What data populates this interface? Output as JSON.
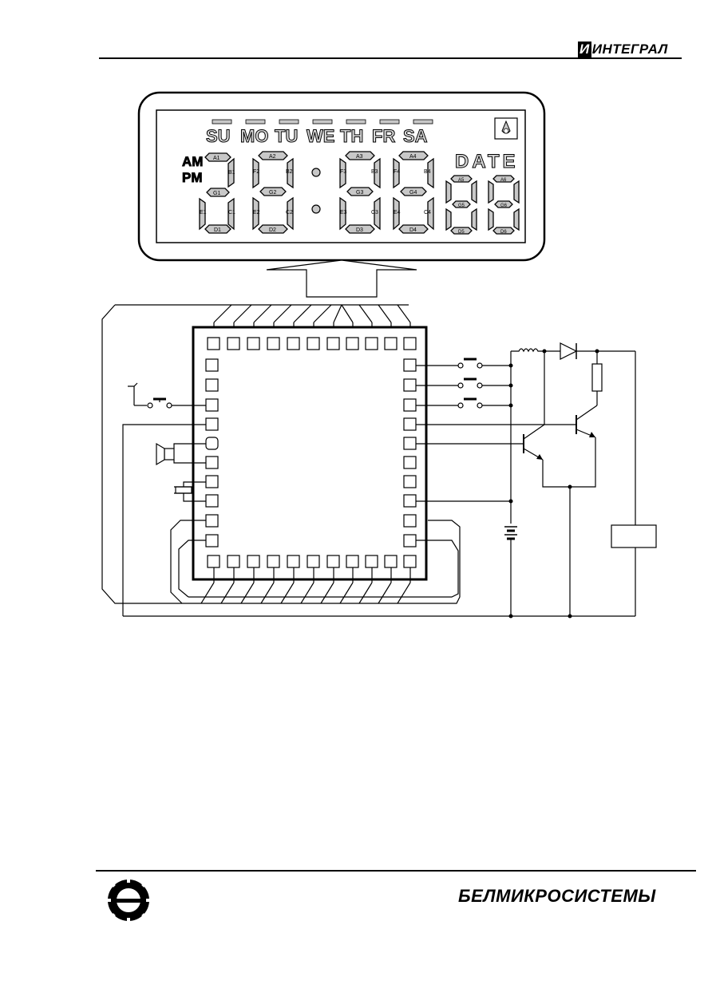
{
  "header": {
    "brand_mark": "И",
    "brand_text": "ИНТЕГРАЛ"
  },
  "display": {
    "days": [
      "SU",
      "MO",
      "TU",
      "WE",
      "TH",
      "FR",
      "SA"
    ],
    "am": "AM",
    "pm": "PM",
    "date_label": "DATE",
    "digit1_segments": {
      "a": "A1",
      "b": "B1",
      "g": "G1",
      "e": "E1",
      "c": "C1",
      "d": "D1"
    },
    "digit2_segments": {
      "a": "A2",
      "f": "F2",
      "b": "B2",
      "g": "G2",
      "e": "E2",
      "c": "C2",
      "d": "D2"
    },
    "digit3_segments": {
      "a": "A3",
      "f": "F3",
      "b": "B3",
      "g": "G3",
      "e": "E3",
      "c": "C3",
      "d": "D3"
    },
    "digit4_segments": {
      "a": "A4",
      "f": "F4",
      "b": "B4",
      "g": "G4",
      "e": "E4",
      "c": "C4",
      "d": "D4"
    },
    "date1_segments": {
      "a": "A5",
      "g": "G5",
      "d": "D5"
    },
    "date2_segments": {
      "a": "A6",
      "g": "G6",
      "d": "D6"
    }
  },
  "footer": {
    "company": "БЕЛМИКРОСИСТЕМЫ"
  }
}
